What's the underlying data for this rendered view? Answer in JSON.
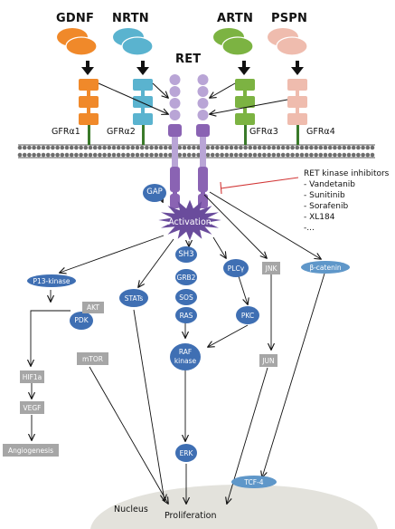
{
  "ligands": {
    "gdnf": "GDNF",
    "nrtn": "NRTN",
    "artn": "ARTN",
    "pspn": "PSPN"
  },
  "receptor": "RET",
  "coreceptors": {
    "gfra1": "GFRα1",
    "gfra2": "GFRα2",
    "gfra3": "GFRα3",
    "gfra4": "GFRα4"
  },
  "inhibitors": {
    "title": "RET kinase inhibitors",
    "items": [
      "- Vandetanib",
      "- Sunitinib",
      "- Sorafenib",
      "- XL184",
      "-..."
    ]
  },
  "nodes": {
    "gap": "GAP",
    "activation": "Activation",
    "p13_kinase": "P13-kinase",
    "akt": "AKT",
    "pdk": "PDK",
    "stats": "STATs",
    "sh3": "SH3",
    "grb2": "GRB2",
    "sos": "SOS",
    "ras": "RAS",
    "plcy": "PLCγ",
    "pkc": "PKC",
    "jnk": "JNK",
    "beta_catenin": "β-catenin",
    "raf_line1": "RAF",
    "raf_line2": "kinase",
    "mtor": "mTOR",
    "jun": "JUN",
    "hif1a": "HIF1a",
    "vegf": "VEGF",
    "angiogenesis": "Angiogenesis",
    "erk": "ERK",
    "tcf4": "TCF-4",
    "nucleus": "Nucleus",
    "proliferation": "Proliferation"
  },
  "colors": {
    "gdnf": "#f0892a",
    "nrtn": "#5ab3cf",
    "artn": "#7cb342",
    "pspn": "#efbcae",
    "ret_domain": "#b9a5d6",
    "ret_kinase": "#8a63b3",
    "activation": "#6a4c9c",
    "node_blue": "#3f6fb3",
    "node_grey": "#a6a6a6",
    "nucleus": "#e3e2dc",
    "inhibitor_line": "#d23737"
  }
}
